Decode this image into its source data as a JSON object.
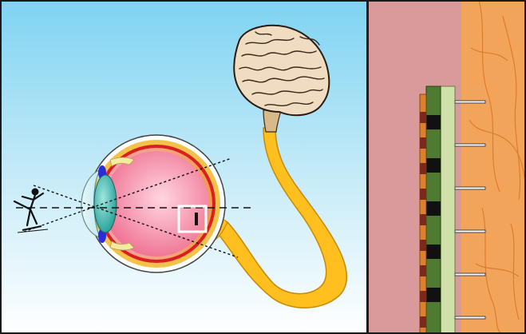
{
  "figure": {
    "left_panel": {
      "background_top": "#7fd3f2",
      "background_bottom": "#ffffff",
      "border": "#1a1a1a",
      "elements": [
        "skater-figure",
        "eye-cross-section",
        "optic-nerve",
        "brain",
        "retina-inset-box"
      ]
    },
    "right_panel": {
      "tissue_left": "#d89a9a",
      "tissue_right": "#f2a55a",
      "implant_green": "#4f7a32",
      "implant_light": "#cfe0a8",
      "implant_orange": "#d9822b",
      "implant_black": "#111111",
      "electrode_count": 6
    },
    "colors": {
      "nerve": "#ffbf1f",
      "sclera": "#ffffff",
      "choroid": "#d91f1f",
      "vitreous": "#f27a9a",
      "lens": "#2bb3a6",
      "iris": "#2b2bd9"
    }
  }
}
